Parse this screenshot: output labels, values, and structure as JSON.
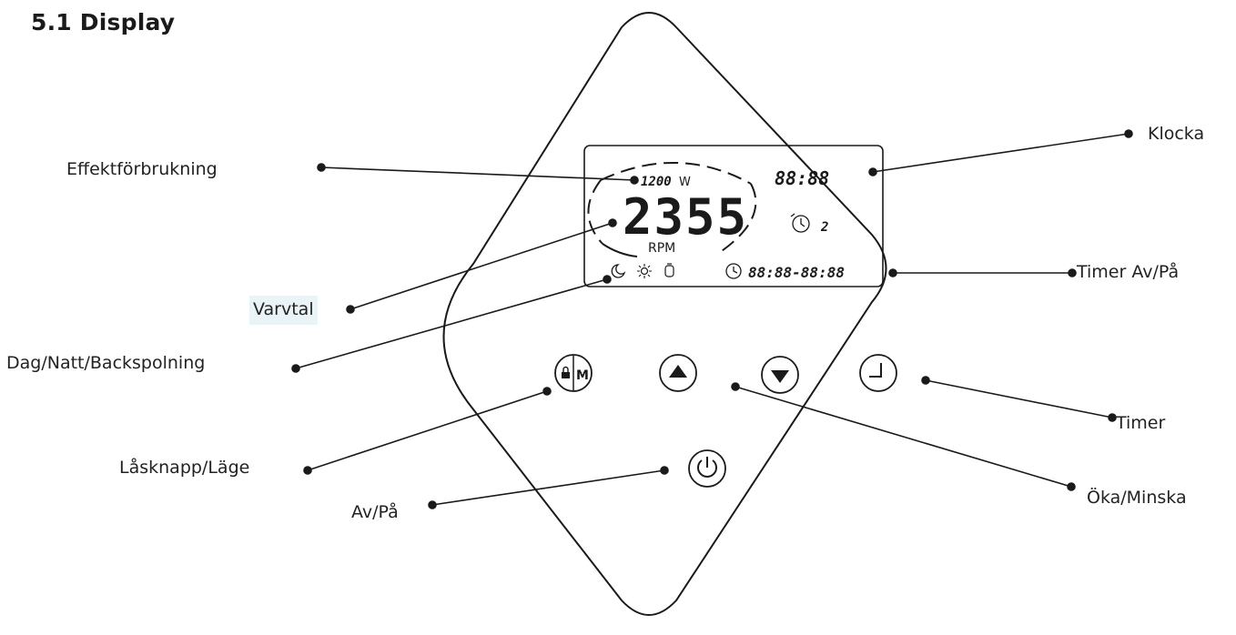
{
  "title": "5.1 Display",
  "display": {
    "power_value": "1200",
    "power_unit": "W",
    "rpm_value": "2355",
    "rpm_unit": "RPM",
    "clock_value": "88:88",
    "timer_index": "2",
    "timer_range": "88:88-88:88",
    "mode_icons": [
      "moon-icon",
      "sun-icon",
      "backwash-icon",
      "clock-icon"
    ]
  },
  "buttons": {
    "lock_mode_letter": "M",
    "icons": [
      "lock-icon",
      "up-arrow-icon",
      "down-arrow-icon",
      "timer-icon",
      "power-icon"
    ]
  },
  "callouts": {
    "power_consumption": "Effektförbrukning",
    "clock": "Klocka",
    "speed": "Varvtal",
    "timer_on_off": "Timer Av/På",
    "day_night_backwash": "Dag/Natt/Backspolning",
    "lock_mode": "Låsknapp/Läge",
    "timer": "Timer",
    "increase_decrease": "Öka/Minska",
    "on_off": "Av/På"
  },
  "colors": {
    "line": "#1a1a1a",
    "highlight": "#e9f3f8"
  }
}
